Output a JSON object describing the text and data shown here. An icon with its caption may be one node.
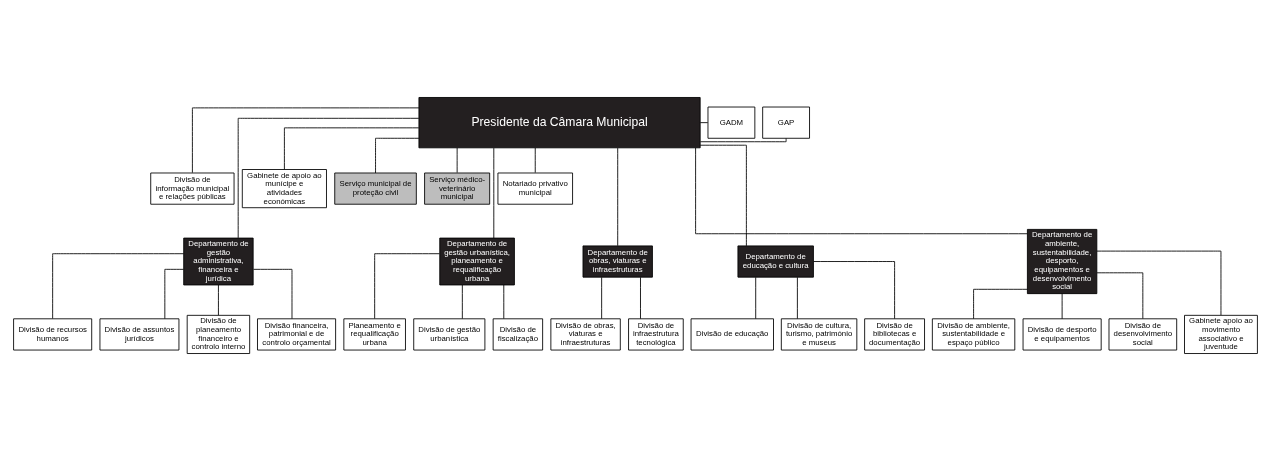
{
  "diagram": {
    "nodes": [
      {
        "text": [
          "Presidente da Câmara Municipal"
        ]
      },
      {
        "text": [
          "GAP"
        ]
      },
      {
        "text": [
          "GADM"
        ]
      },
      {
        "text": [
          "Divisão de informação municipal e relações públicas"
        ]
      },
      {
        "text": [
          "Gabinete de apoio ao munícipe e atividades económicas"
        ]
      },
      {
        "text": [
          "Serviço municipal de proteção civil"
        ]
      },
      {
        "text": [
          "Serviço médico-veterinário municipal"
        ]
      },
      {
        "text": [
          "Notariado privativo municipal"
        ]
      },
      {
        "text": [
          "Departamento de gestão administrativa, financeira e jurídica"
        ]
      },
      {
        "text": [
          "Divisão de recursos humanos"
        ]
      },
      {
        "text": [
          "Divisão de assuntos jurídicos"
        ]
      },
      {
        "text": [
          "Divisão de planeamento financeiro e controlo interno"
        ]
      },
      {
        "text": [
          "Divisão financeira, patrimonial e de controlo orçamental"
        ]
      },
      {
        "text": [
          "Departamento de gestão urbanística, planeamento e requalificação urbana"
        ]
      },
      {
        "text": [
          "Planeamento e requalificação urbana"
        ]
      },
      {
        "text": [
          "Divisão de gestão urbanística"
        ]
      },
      {
        "text": [
          "Divisão de fiscalização"
        ]
      },
      {
        "text": [
          "Departamento de obras, viaturas e infraestruturas"
        ]
      },
      {
        "text": [
          "Divisão de obras, viaturas e infraestruturas"
        ]
      },
      {
        "text": [
          "Divisão de infraestrutura tecnológica"
        ]
      },
      {
        "text": [
          "Departamento de educação e cultura"
        ]
      },
      {
        "text": [
          "Divisão de educação"
        ]
      },
      {
        "text": [
          "Divisão de cultura, turismo, património e museus"
        ]
      },
      {
        "text": [
          "Divisão de bibliotecas e documentação"
        ]
      },
      {
        "text": [
          "Departamento de ambiente, sustentabilidade, desporto, equipamentos e desenvolvimento social"
        ]
      },
      {
        "text": [
          "Divisão de ambiente, sustentabilidade e espaço público"
        ]
      },
      {
        "text": [
          "Divisão de desporto e equipamentos"
        ]
      },
      {
        "text": [
          "Divisão de desenvolvimento social"
        ]
      },
      {
        "text": [
          "Gabinete apoio ao movimento associativo e juventude"
        ]
      }
    ],
    "edges": [
      {
        "from": 0,
        "to": 1,
        "arrow": "none"
      },
      {
        "from": 0,
        "to": 2,
        "arrow": "none"
      },
      {
        "from": 0,
        "to": 3,
        "arrow": "none"
      },
      {
        "from": 0,
        "to": 4,
        "arrow": "none"
      },
      {
        "from": 0,
        "to": 5,
        "arrow": "none"
      },
      {
        "from": 0,
        "to": 6,
        "arrow": "none"
      },
      {
        "from": 0,
        "to": 7,
        "arrow": "none"
      },
      {
        "from": 0,
        "to": 8,
        "arrow": "none"
      },
      {
        "from": 0,
        "to": 13,
        "arrow": "none"
      },
      {
        "from": 0,
        "to": 17,
        "arrow": "none"
      },
      {
        "from": 0,
        "to": 20,
        "arrow": "none"
      },
      {
        "from": 0,
        "to": 24,
        "arrow": "none"
      },
      {
        "from": 8,
        "to": 9,
        "arrow": "none"
      },
      {
        "from": 8,
        "to": 10,
        "arrow": "none"
      },
      {
        "from": 8,
        "to": 11,
        "arrow": "none"
      },
      {
        "from": 8,
        "to": 12,
        "arrow": "none"
      },
      {
        "from": 13,
        "to": 14,
        "arrow": "none"
      },
      {
        "from": 13,
        "to": 15,
        "arrow": "none"
      },
      {
        "from": 13,
        "to": 16,
        "arrow": "none"
      },
      {
        "from": 17,
        "to": 18,
        "arrow": "none"
      },
      {
        "from": 17,
        "to": 19,
        "arrow": "none"
      },
      {
        "from": 20,
        "to": 21,
        "arrow": "none"
      },
      {
        "from": 20,
        "to": 22,
        "arrow": "none"
      },
      {
        "from": 20,
        "to": 23,
        "arrow": "none"
      },
      {
        "from": 24,
        "to": 25,
        "arrow": "none"
      },
      {
        "from": 24,
        "to": 26,
        "arrow": "none"
      },
      {
        "from": 24,
        "to": 27,
        "arrow": "none"
      },
      {
        "from": 24,
        "to": 28,
        "arrow": "none"
      }
    ]
  }
}
